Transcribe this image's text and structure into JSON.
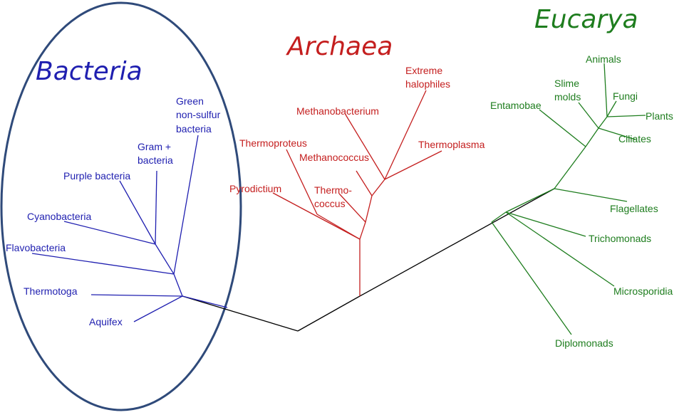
{
  "domains": {
    "bacteria": {
      "title": "Bacteria",
      "color": "#1f1fb0"
    },
    "archaea": {
      "title": "Archaea",
      "color": "#c41e1e"
    },
    "eucarya": {
      "title": "Eucarya",
      "color": "#1e7d1e"
    }
  },
  "root_color": "#000000",
  "highlight": {
    "label": "Bacteria",
    "stroke": "#2f4a7a"
  },
  "taxa": {
    "bacteria": {
      "green_nonsulfur_line1": "Green",
      "green_nonsulfur_line2": "non-sulfur",
      "green_nonsulfur_line3": "bacteria",
      "gram_pos_line1": "Gram +",
      "gram_pos_line2": "bacteria",
      "purple": "Purple bacteria",
      "cyano": "Cyanobacteria",
      "flavo": "Flavobacteria",
      "thermotoga": "Thermotoga",
      "aquifex": "Aquifex"
    },
    "archaea": {
      "extreme_line1": "Extreme",
      "extreme_line2": "halophiles",
      "methanobacterium": "Methanobacterium",
      "thermoplasma": "Thermoplasma",
      "thermoproteus": "Thermoproteus",
      "methanococcus": "Methanococcus",
      "pyrodictium": "Pyrodictium",
      "thermococcus_line1": "Thermo-",
      "thermococcus_line2": "coccus"
    },
    "eucarya": {
      "animals": "Animals",
      "slime_line1": "Slime",
      "slime_line2": "molds",
      "fungi": "Fungi",
      "entamobae": "Entamobae",
      "plants": "Plants",
      "ciliates": "Ciliates",
      "flagellates": "Flagellates",
      "trichomonads": "Trichomonads",
      "microsporidia": "Microsporidia",
      "diplomonads": "Diplomonads"
    }
  }
}
